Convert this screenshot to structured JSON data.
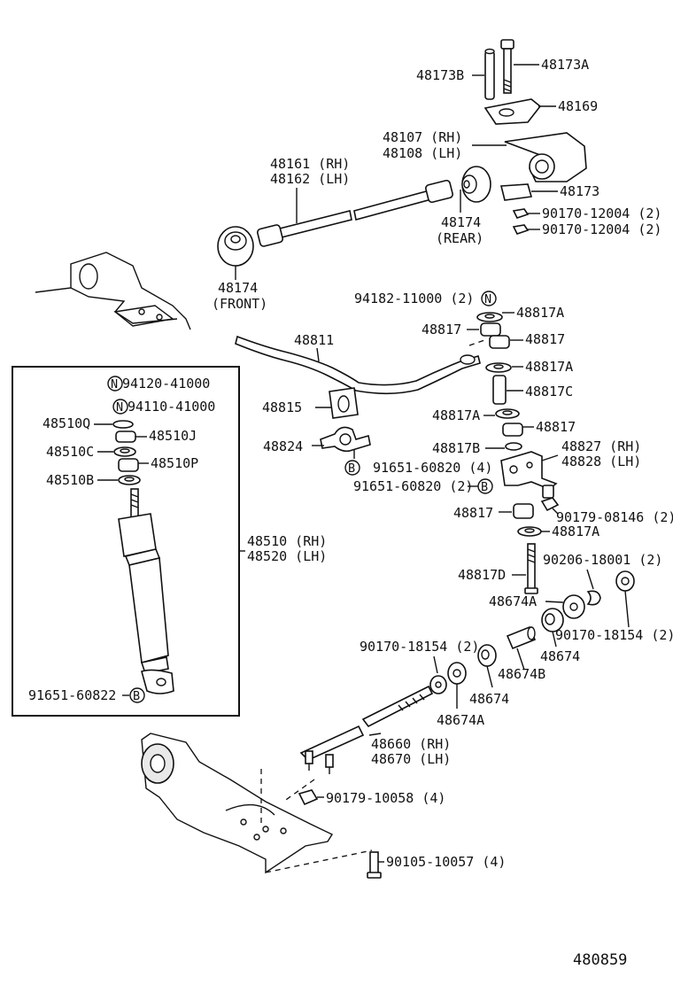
{
  "labels": {
    "p48173B": "48173B",
    "p48173A": "48173A",
    "p48169": "48169",
    "p48107": "48107 (RH)",
    "p48108": "48108 (LH)",
    "p48161": "48161 (RH)",
    "p48162": "48162 (LH)",
    "p48173": "48173",
    "p90170_12004_a": "90170-12004 (2)",
    "p90170_12004_b": "90170-12004 (2)",
    "p48174_rear": "48174",
    "rear": "(REAR)",
    "p48174_front": "48174",
    "front": "(FRONT)",
    "p94182": "94182-11000 (2)",
    "p48817A_1": "48817A",
    "p48817_1": "48817",
    "p48817_2": "48817",
    "p48811": "48811",
    "p48817A_2": "48817A",
    "p48817C": "48817C",
    "p48815": "48815",
    "p48817A_3": "48817A",
    "p48817_3": "48817",
    "p48824": "48824",
    "p48817B": "48817B",
    "p48827": "48827 (RH)",
    "p48828": "48828 (LH)",
    "p91651_60820_4": "91651-60820 (4)",
    "p91651_60820_2": "91651-60820 (2)",
    "p48817_4": "48817",
    "p90179_08146": "90179-08146 (2)",
    "p48817A_4": "48817A",
    "p94120": "94120-41000",
    "p94110": "94110-41000",
    "p48510Q": "48510Q",
    "p48510J": "48510J",
    "p48510C": "48510C",
    "p48510P": "48510P",
    "p48510B": "48510B",
    "p48510": "48510 (RH)",
    "p48520": "48520 (LH)",
    "p91651_60822": "91651-60822",
    "p48817D": "48817D",
    "p90206": "90206-18001 (2)",
    "p48674A_1": "48674A",
    "p90170_18154_a": "90170-18154 (2)",
    "p90170_18154_b": "90170-18154 (2)",
    "p48674_1": "48674",
    "p48674B": "48674B",
    "p48674_2": "48674",
    "p48674A_2": "48674A",
    "p48660": "48660 (RH)",
    "p48670": "48670 (LH)",
    "p90179_10058": "90179-10058 (4)",
    "p90105": "90105-10057 (4)",
    "code": "480859",
    "badgeN": "N",
    "badgeB": "B"
  }
}
